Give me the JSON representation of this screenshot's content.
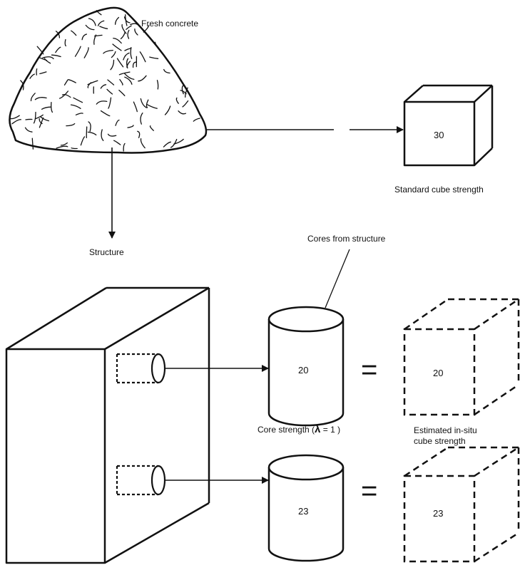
{
  "labels": {
    "fresh_concrete": "Fresh concrete",
    "standard_cube_strength": "Standard cube strength",
    "structure": "Structure",
    "cores_from_structure": "Cores from structure",
    "core_strength": "Core strength (",
    "lambda": "λ",
    "core_strength_end": " = 1 )",
    "estimated_line1": "Estimated in-situ",
    "estimated_line2": "cube strength",
    "equals": "="
  },
  "values": {
    "standard_cube": "30",
    "core_1": "20",
    "core_2": "23",
    "insitu_cube_1": "20",
    "insitu_cube_2": "23"
  },
  "colors": {
    "ink": "#111111",
    "background": "#ffffff"
  }
}
